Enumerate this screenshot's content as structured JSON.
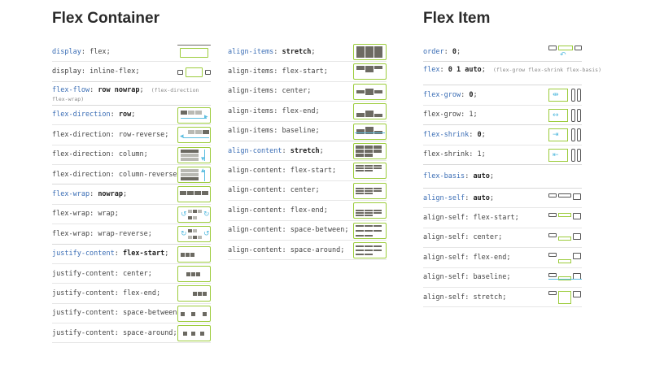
{
  "container": {
    "title": "Flex Container",
    "rows": [
      {
        "prop": "display",
        "value": "flex",
        "bold": false,
        "icon": "display-flex-icon"
      },
      {
        "prop": "display",
        "value": "inline-flex",
        "bold": false,
        "icon": "display-inline-flex-icon"
      },
      {
        "prop": "flex-flow",
        "value": "row nowrap",
        "bold": true,
        "note": "(flex-direction flex-wrap)",
        "icon": "none"
      },
      {
        "prop": "flex-direction",
        "value": "row",
        "bold": true,
        "icon": "flex-direction-row-icon"
      },
      {
        "prop": "flex-direction",
        "value": "row-reverse",
        "bold": false,
        "icon": "flex-direction-row-reverse-icon"
      },
      {
        "prop": "flex-direction",
        "value": "column",
        "bold": false,
        "icon": "flex-direction-column-icon"
      },
      {
        "prop": "flex-direction",
        "value": "column-reverse",
        "bold": false,
        "icon": "flex-direction-column-reverse-icon"
      },
      {
        "prop": "flex-wrap",
        "value": "nowrap",
        "bold": true,
        "icon": "flex-wrap-nowrap-icon"
      },
      {
        "prop": "flex-wrap",
        "value": "wrap",
        "bold": false,
        "icon": "flex-wrap-wrap-icon"
      },
      {
        "prop": "flex-wrap",
        "value": "wrap-reverse",
        "bold": false,
        "icon": "flex-wrap-wrap-reverse-icon"
      },
      {
        "prop": "justify-content",
        "value": "flex-start",
        "bold": true,
        "icon": "justify-flex-start-icon"
      },
      {
        "prop": "justify-content",
        "value": "center",
        "bold": false,
        "icon": "justify-center-icon"
      },
      {
        "prop": "justify-content",
        "value": "flex-end",
        "bold": false,
        "icon": "justify-flex-end-icon"
      },
      {
        "prop": "justify-content",
        "value": "space-between",
        "bold": false,
        "icon": "justify-space-between-icon"
      },
      {
        "prop": "justify-content",
        "value": "space-around",
        "bold": false,
        "icon": "justify-space-around-icon"
      }
    ]
  },
  "align": {
    "rows": [
      {
        "prop": "align-items",
        "value": "stretch",
        "bold": true,
        "icon": "align-items-stretch-icon"
      },
      {
        "prop": "align-items",
        "value": "flex-start",
        "bold": false,
        "icon": "align-items-flex-start-icon"
      },
      {
        "prop": "align-items",
        "value": "center",
        "bold": false,
        "icon": "align-items-center-icon"
      },
      {
        "prop": "align-items",
        "value": "flex-end",
        "bold": false,
        "icon": "align-items-flex-end-icon"
      },
      {
        "prop": "align-items",
        "value": "baseline",
        "bold": false,
        "icon": "align-items-baseline-icon"
      },
      {
        "prop": "align-content",
        "value": "stretch",
        "bold": true,
        "icon": "align-content-stretch-icon"
      },
      {
        "prop": "align-content",
        "value": "flex-start",
        "bold": false,
        "icon": "align-content-flex-start-icon"
      },
      {
        "prop": "align-content",
        "value": "center",
        "bold": false,
        "icon": "align-content-center-icon"
      },
      {
        "prop": "align-content",
        "value": "flex-end",
        "bold": false,
        "icon": "align-content-flex-end-icon"
      },
      {
        "prop": "align-content",
        "value": "space-between",
        "bold": false,
        "icon": "align-content-space-between-icon"
      },
      {
        "prop": "align-content",
        "value": "space-around",
        "bold": false,
        "icon": "align-content-space-around-icon"
      }
    ]
  },
  "item": {
    "title": "Flex Item",
    "rows": [
      {
        "prop": "order",
        "value": "0",
        "bold": true,
        "icon": "order-icon"
      },
      {
        "prop": "flex",
        "value": "0 1 auto",
        "bold": true,
        "note": "(flex-grow flex-shrink flex-basis)",
        "icon": "none"
      },
      {
        "prop": "flex-grow",
        "value": "0",
        "bold": true,
        "icon": "flex-grow-0-icon"
      },
      {
        "prop": "flex-grow",
        "value": "1",
        "bold": false,
        "icon": "flex-grow-1-icon"
      },
      {
        "prop": "flex-shrink",
        "value": "0",
        "bold": true,
        "icon": "flex-shrink-0-icon"
      },
      {
        "prop": "flex-shrink",
        "value": "1",
        "bold": false,
        "icon": "flex-shrink-1-icon"
      },
      {
        "prop": "flex-basis",
        "value": "auto",
        "bold": true,
        "icon": "none"
      },
      {
        "prop": "align-self",
        "value": "auto",
        "bold": true,
        "icon": "align-self-auto-icon"
      },
      {
        "prop": "align-self",
        "value": "flex-start",
        "bold": false,
        "icon": "align-self-flex-start-icon"
      },
      {
        "prop": "align-self",
        "value": "center",
        "bold": false,
        "icon": "align-self-center-icon"
      },
      {
        "prop": "align-self",
        "value": "flex-end",
        "bold": false,
        "icon": "align-self-flex-end-icon"
      },
      {
        "prop": "align-self",
        "value": "baseline",
        "bold": false,
        "icon": "align-self-baseline-icon"
      },
      {
        "prop": "align-self",
        "value": "stretch",
        "bold": false,
        "icon": "align-self-stretch-icon"
      }
    ]
  },
  "colors": {
    "property": "#3a6db5",
    "accent": "#9ccc3c",
    "arrow": "#5bbde0",
    "block": "#6c6a62"
  }
}
